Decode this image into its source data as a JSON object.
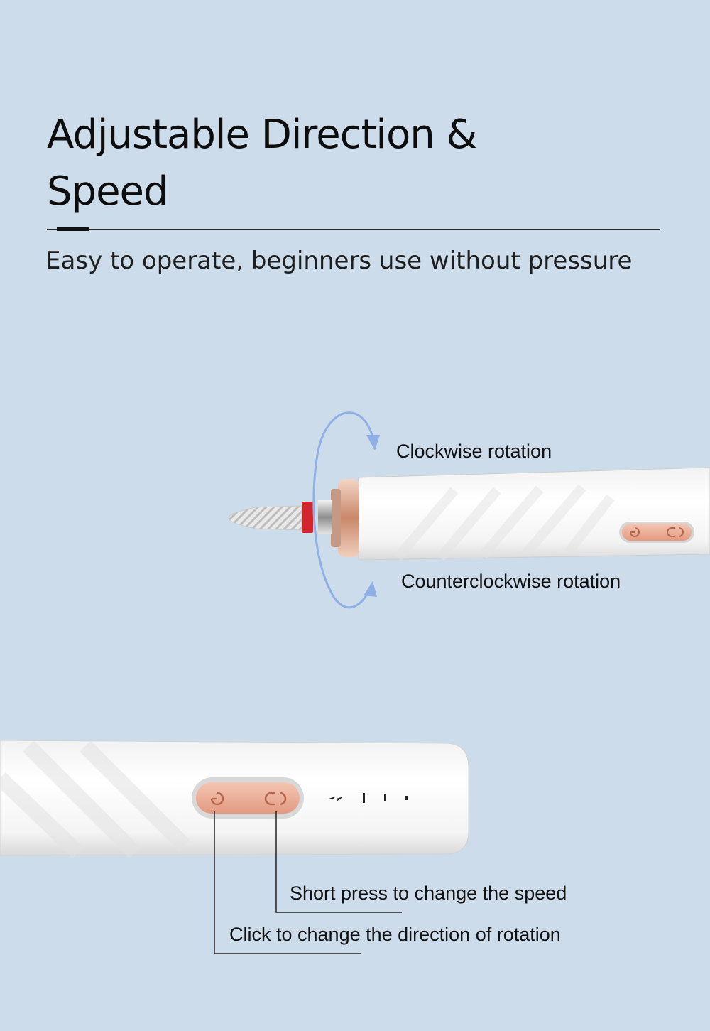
{
  "heading": {
    "title": "Adjustable Direction & Speed",
    "subtitle": "Easy to operate, beginners use without pressure"
  },
  "rotation": {
    "clockwise_label": "Clockwise rotation",
    "counterclockwise_label": "Counterclockwise rotation"
  },
  "controls": {
    "speed_label": "Short press to change the speed",
    "direction_label": "Click to change the direction of rotation"
  },
  "colors": {
    "background": "#cddcea",
    "button_accent": "#e9a98f",
    "rotation_arrow": "#8fb0e6",
    "collar_red": "#d3262c"
  },
  "icons": [
    "power-icon",
    "direction-icon",
    "charging-bolt-icon",
    "speed-level-indicator"
  ]
}
